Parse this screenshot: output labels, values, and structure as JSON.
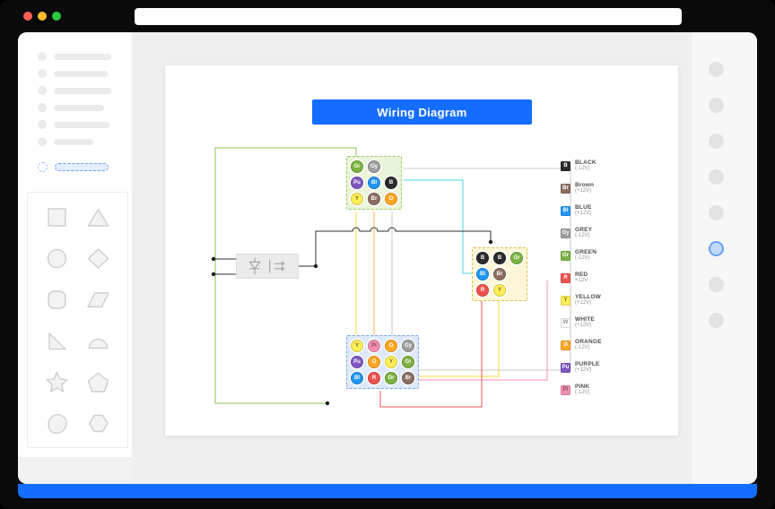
{
  "titlebar": {
    "buttons": [
      {
        "name": "close",
        "color": "#ff5f57"
      },
      {
        "name": "minimize",
        "color": "#febc2e"
      },
      {
        "name": "maximize",
        "color": "#28c840"
      }
    ]
  },
  "canvas": {
    "title_banner": "Wiring Diagram",
    "accent_color": "#156dff"
  },
  "palette": {
    "B": {
      "color": "#2b2b2b",
      "text": "#ffffff"
    },
    "Br": {
      "color": "#8d6e63",
      "text": "#ffffff"
    },
    "Bl": {
      "color": "#2196f3",
      "text": "#ffffff"
    },
    "Gy": {
      "color": "#9e9e9e",
      "text": "#ffffff"
    },
    "Gr": {
      "color": "#7cb342",
      "text": "#ffffff"
    },
    "R": {
      "color": "#ef5350",
      "text": "#ffffff"
    },
    "Y": {
      "color": "#ffee58",
      "text": "#6b6b2a"
    },
    "W": {
      "color": "#fafafa",
      "text": "#9a9a9a"
    },
    "O": {
      "color": "#ffa726",
      "text": "#ffffff"
    },
    "Pu": {
      "color": "#7e57c2",
      "text": "#ffffff"
    },
    "Pi": {
      "color": "#f48fb1",
      "text": "#7a4a5c"
    }
  },
  "legend": [
    {
      "code": "B",
      "name": "BLACK",
      "voltage": "(-12V)"
    },
    {
      "code": "Br",
      "name": "Brown",
      "voltage": "(+12V)"
    },
    {
      "code": "Bl",
      "name": "BLUE",
      "voltage": "(+12V)"
    },
    {
      "code": "Gy",
      "name": "GREY",
      "voltage": "(-12V)"
    },
    {
      "code": "Gr",
      "name": "GREEN",
      "voltage": "(-12V)"
    },
    {
      "code": "R",
      "name": "RED",
      "voltage": "+12V"
    },
    {
      "code": "Y",
      "name": "YELLOW",
      "voltage": "(+12V)"
    },
    {
      "code": "W",
      "name": "WHITE",
      "voltage": "(+12V)"
    },
    {
      "code": "O",
      "name": "ORANGE",
      "voltage": "(-12V)"
    },
    {
      "code": "Pu",
      "name": "PURPLE",
      "voltage": "(+12V)"
    },
    {
      "code": "Pi",
      "name": "PINK",
      "voltage": "(-12V)"
    }
  ],
  "connectors": [
    {
      "id": "top",
      "tint": "#eaf4d9",
      "border": "#a2cc6b",
      "rows": [
        [
          "Gr",
          "Gy",
          ""
        ],
        [
          "Pu",
          "Bl",
          "B"
        ],
        [
          "Y",
          "Br",
          "O"
        ]
      ]
    },
    {
      "id": "right",
      "tint": "#fdf6d8",
      "border": "#d9c24e",
      "rows": [
        [
          "B",
          "B",
          "Gr"
        ],
        [
          "Bl",
          "Br",
          ""
        ],
        [
          "R",
          "Y",
          ""
        ]
      ]
    },
    {
      "id": "bottom",
      "tint": "#dde9fa",
      "border": "#7fa9e3",
      "rows": [
        [
          "Y",
          "Pi",
          "O",
          "Gy"
        ],
        [
          "Pu",
          "O",
          "Y",
          "Gr"
        ],
        [
          "Bl",
          "R",
          "Gr",
          "Br"
        ]
      ]
    }
  ],
  "sidebar": {
    "skeleton_widths": [
      64,
      60,
      64,
      56,
      62,
      44
    ],
    "shapes": [
      "square",
      "triangle",
      "circle",
      "diamond",
      "rounded-square",
      "parallelogram",
      "wedge",
      "semicircle",
      "star",
      "pentagon",
      "blob",
      "hexagon"
    ]
  },
  "rail": {
    "button_count": 8,
    "selected_index": 5
  },
  "wire_colors": {
    "black": "#2f2f2f",
    "green": "#8bc34a",
    "cyan": "#4dd0e1",
    "yellow": "#fdd835",
    "orange": "#ffb74d",
    "gray": "#c9c9c9",
    "red": "#ef5350",
    "pink": "#f48fb1"
  }
}
